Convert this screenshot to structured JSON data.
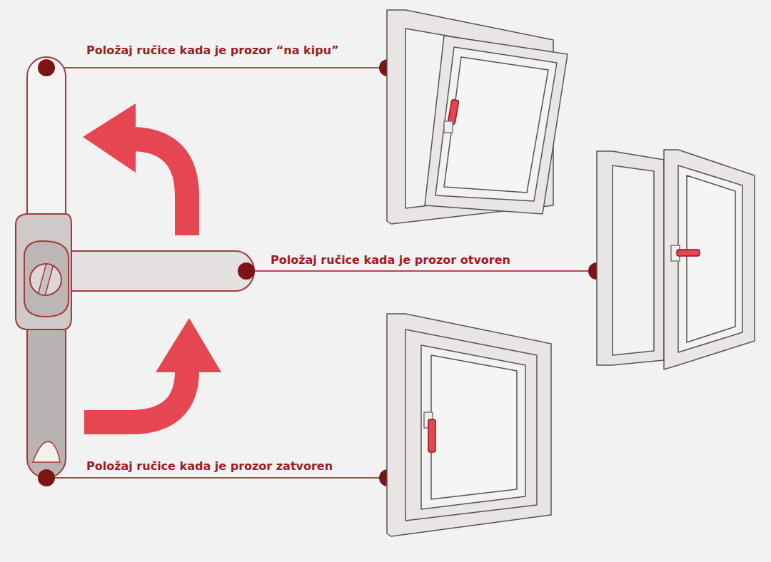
{
  "diagram": {
    "labels": [
      "Položaj ručice kada je prozor “na kipu”",
      "Položaj ručice kada je prozor otvoren",
      "Položaj ručice kada je prozor zatvoren"
    ]
  }
}
